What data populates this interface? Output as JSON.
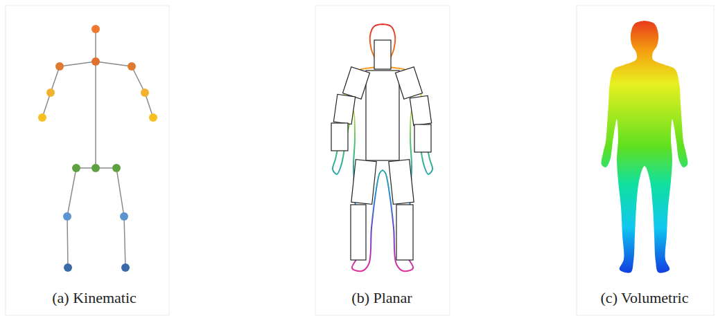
{
  "diagram": {
    "labels": [
      "(a) Kinematic",
      "(b) Planar",
      "(c) Volumetric"
    ]
  }
}
